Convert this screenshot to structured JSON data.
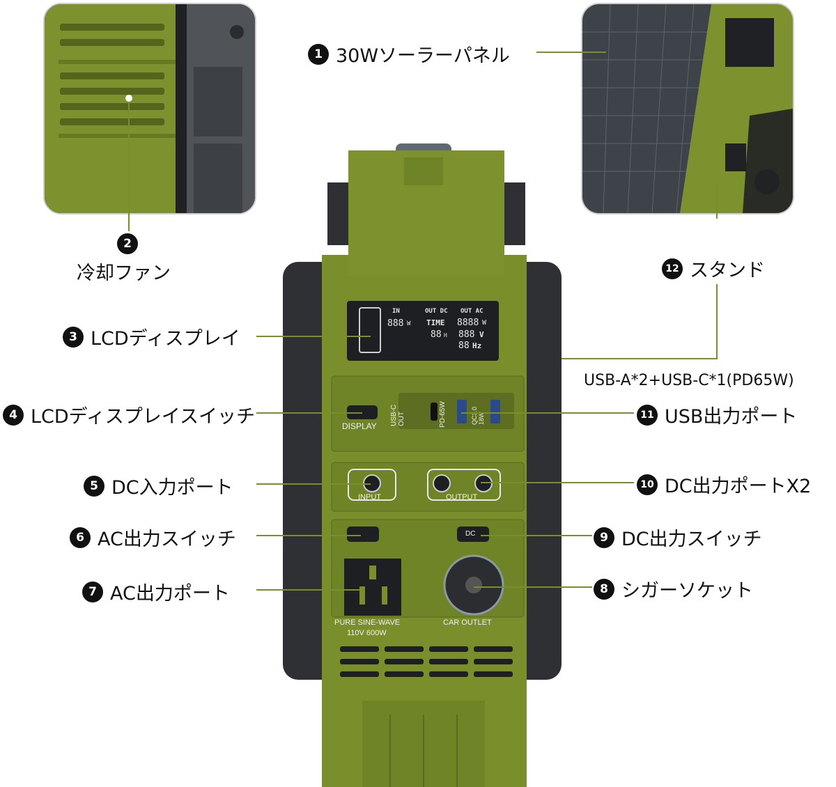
{
  "callouts": {
    "c1": {
      "num": "1",
      "label": "30Wソーラーパネル"
    },
    "c2": {
      "num": "2",
      "label": "冷却ファン"
    },
    "c3": {
      "num": "3",
      "label": "LCDディスプレイ"
    },
    "c4": {
      "num": "4",
      "label": "LCDディスプレイスイッチ"
    },
    "c5": {
      "num": "5",
      "label": "DC入力ポート"
    },
    "c6": {
      "num": "6",
      "label": "AC出力スイッチ"
    },
    "c7": {
      "num": "7",
      "label": "AC出力ポート"
    },
    "c8": {
      "num": "8",
      "label": "シガーソケット"
    },
    "c9": {
      "num": "9",
      "label": "DC出力スイッチ"
    },
    "c10": {
      "num": "10",
      "label": "DC出力ポートX2"
    },
    "c11": {
      "num": "11",
      "label": "USB出力ポート",
      "note": "USB-A*2+USB-C*1(PD65W)"
    },
    "c12": {
      "num": "12",
      "label": "スタンド"
    }
  },
  "panel": {
    "lcd": {
      "in_label": "IN",
      "out_dc_label": "OUT DC",
      "out_ac_label": "OUT AC",
      "in_value": "888",
      "in_unit": "W",
      "time_label": "TIME",
      "time_value": "88",
      "time_unit": "H",
      "ac_watts": "8888",
      "ac_watts_unit": "W",
      "volts": "888",
      "volts_unit": "V",
      "hz": "88",
      "hz_unit": "Hz"
    },
    "display_button_label": "DISPLAY",
    "usbc_label": "USB-C OUT",
    "pd_label": "PD-65W",
    "qc_label": "QC3.0 18W",
    "input_label": "INPUT",
    "output_label": "OUTPUT",
    "dc_switch_label": "DC",
    "ac_outlet_label": "PURE SINE-WAVE",
    "ac_rating_label": "110V  600W",
    "car_outlet_label": "CAR OUTLET"
  },
  "colors": {
    "body_green": "#7a8f2c",
    "frame_dark": "#2e3033",
    "lcd": "#1d1f22",
    "callout_line": "#7a8f2c"
  }
}
